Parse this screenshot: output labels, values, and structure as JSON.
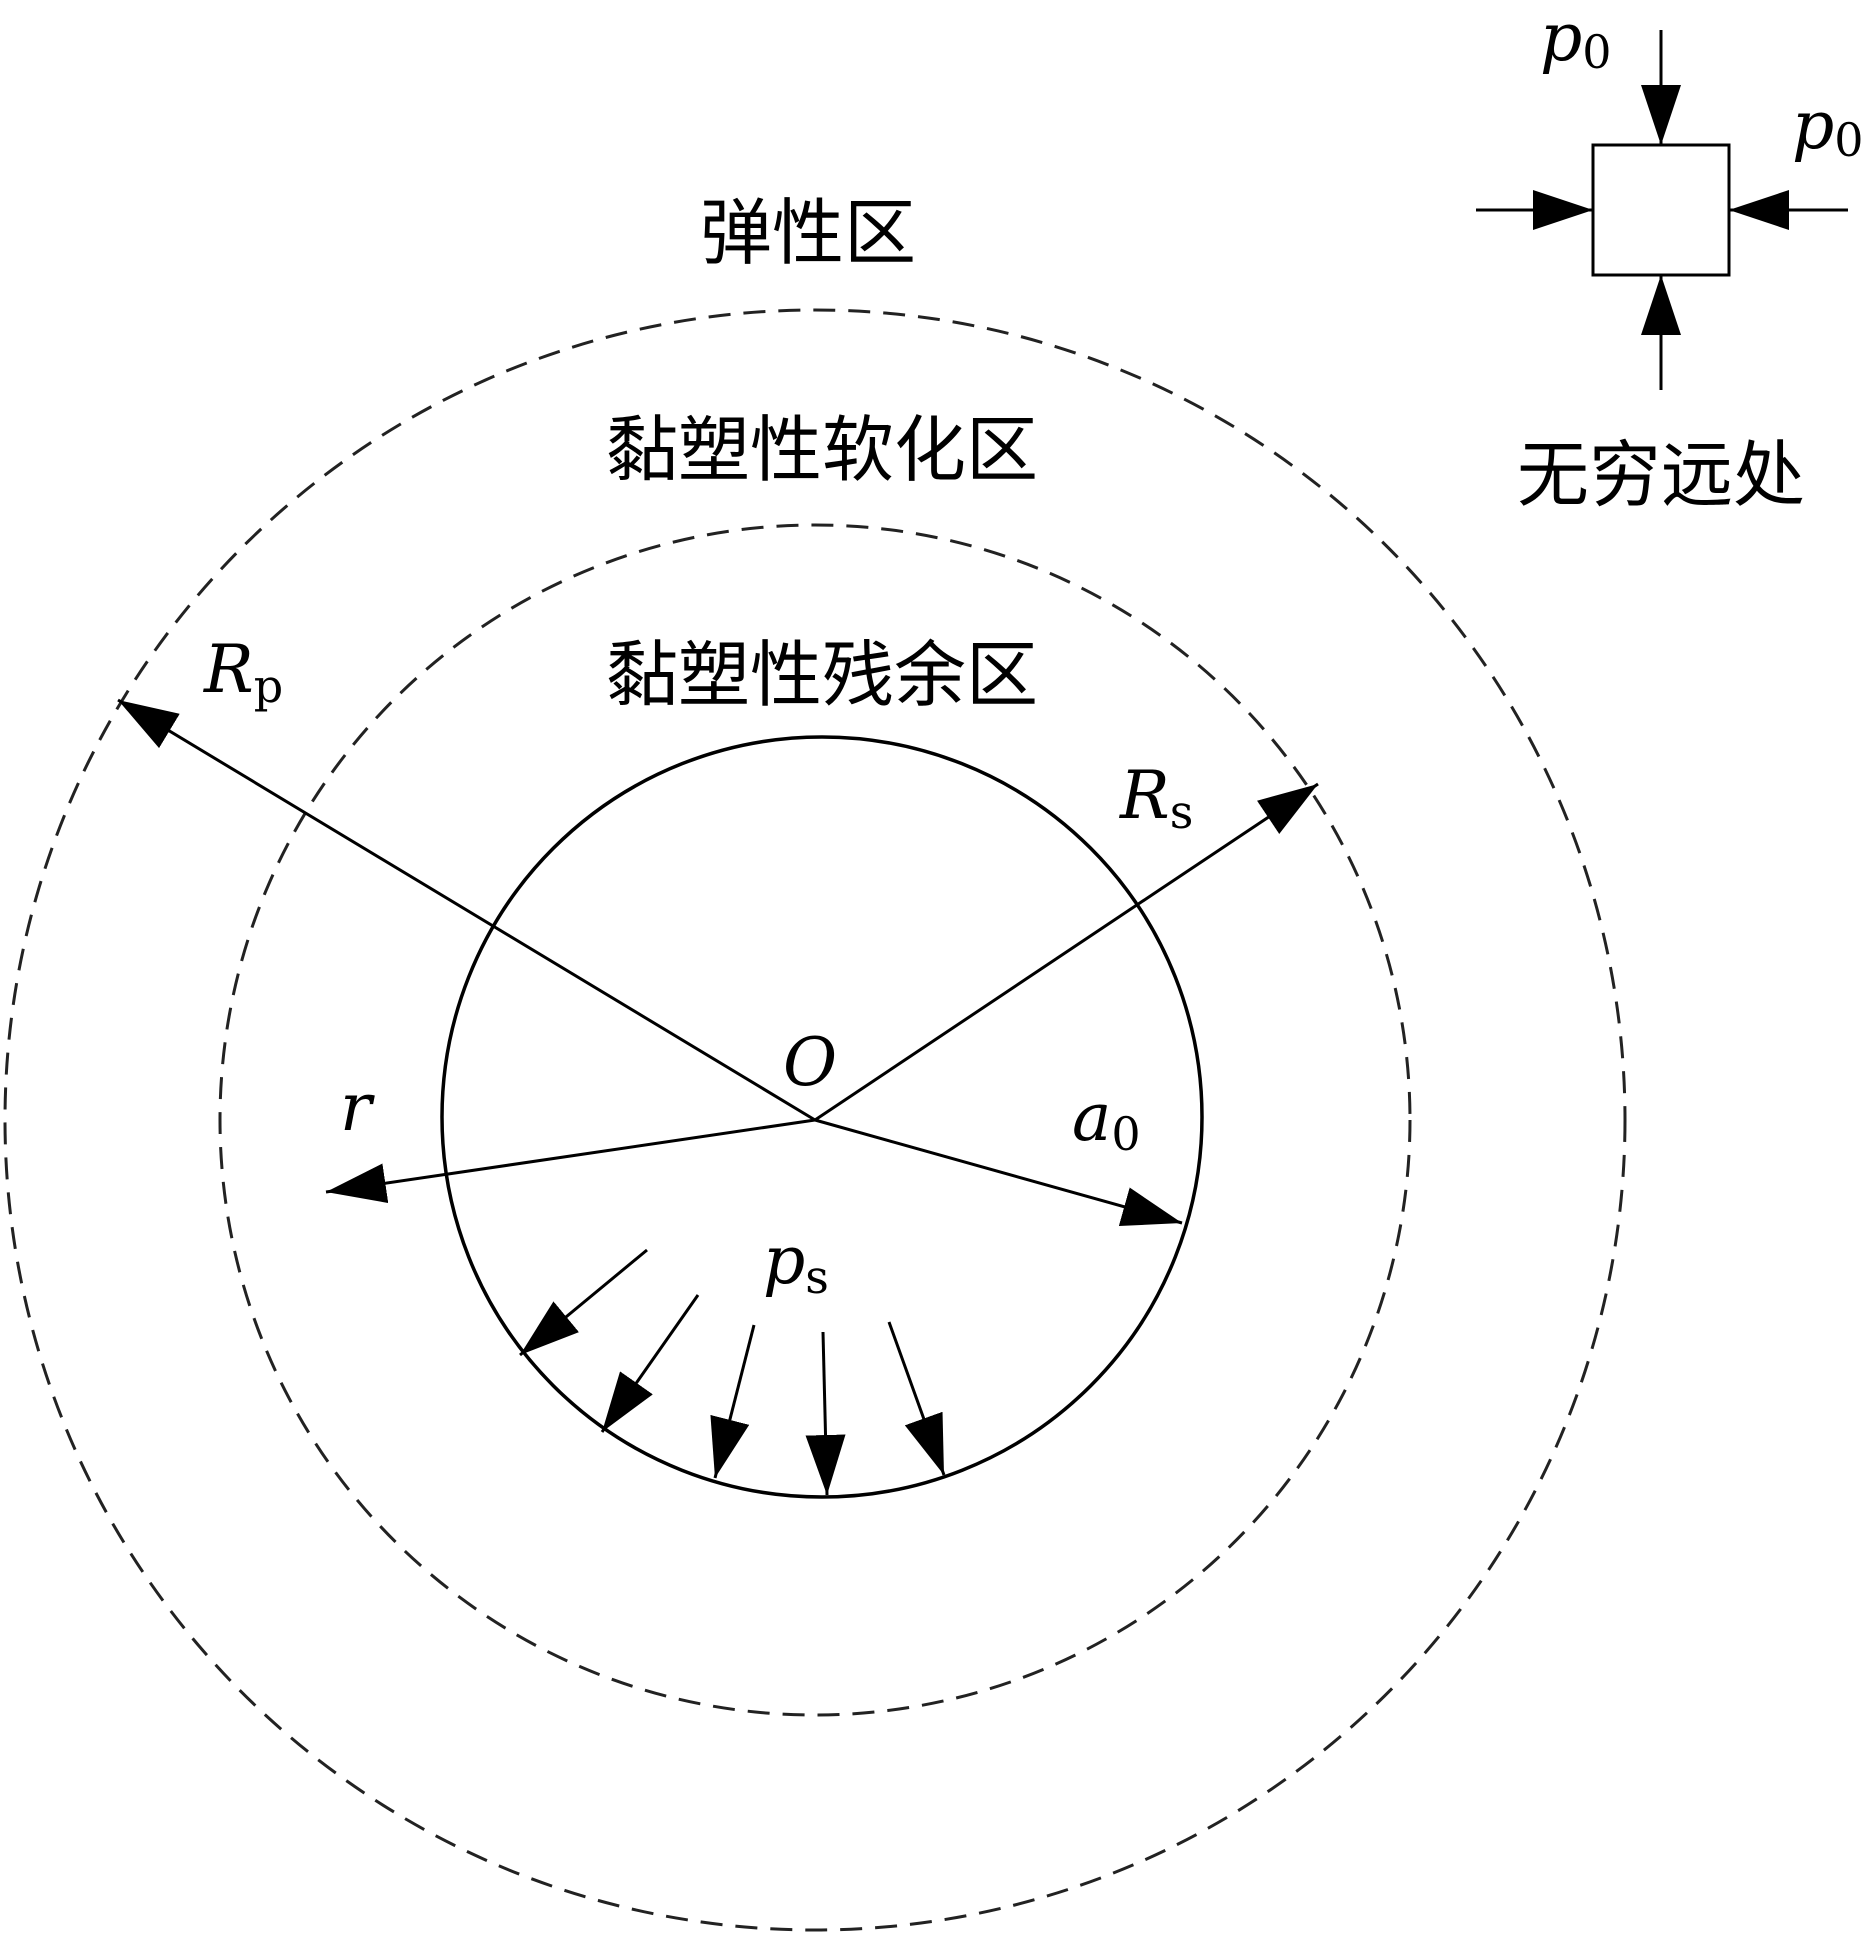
{
  "zones": {
    "elastic": "弹性区",
    "softening": "黏塑性软化区",
    "residual": "黏塑性残余区"
  },
  "far_field": {
    "caption": "无穷远处",
    "p_top": {
      "symbol": "p",
      "sub": "0"
    },
    "p_right": {
      "symbol": "p",
      "sub": "0"
    }
  },
  "labels": {
    "Rp": {
      "symbol": "R",
      "sub": "p"
    },
    "Rs": {
      "symbol": "R",
      "sub": "s"
    },
    "origin": "O",
    "r": "r",
    "a0": {
      "symbol": "a",
      "sub": "0"
    },
    "ps": {
      "symbol": "p",
      "sub": "s"
    }
  },
  "colors": {
    "stroke": "#000000",
    "dash": "#222222"
  }
}
